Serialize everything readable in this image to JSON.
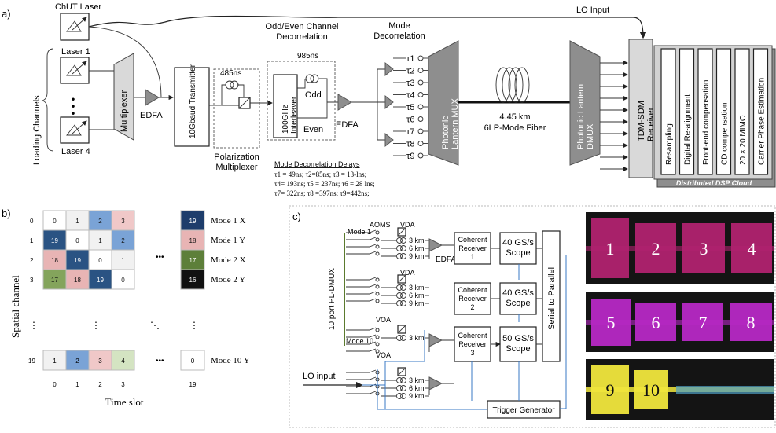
{
  "panel_labels": {
    "a": "a)",
    "b": "b)",
    "c": "c)"
  },
  "panel_a": {
    "chut_laser": "ChUT Laser",
    "lo_input": "LO Input",
    "loading_channels": "Loading Channels",
    "laser1": "Laser 1",
    "laser4": "Laser 4",
    "dots": "•••",
    "multiplexer": "Multiplexer",
    "edfa1": "EDFA",
    "transmitter": "10Gbaud Transmitter",
    "delay_485": "485ns",
    "pol_mux": "Polarization Multiplexer",
    "odd_even_title": "Odd/Even Channel Decorrelation",
    "delay_985": "985ns",
    "interleaver": "100GHz Interleaver",
    "odd": "Odd",
    "even": "Even",
    "edfa2": "EDFA",
    "mode_decorrelation": "Mode Decorrelation",
    "taus": [
      "τ1",
      "τ2",
      "τ3",
      "τ4",
      "τ5",
      "τ6",
      "τ7",
      "τ8",
      "τ9"
    ],
    "delays_title": "Mode Decorrelation Delays",
    "delay_rows": [
      "τ1 = 49ns;    τ2=85ns;    τ3 = 13-lns;",
      "τ4= 193ns;   τ5 = 237ns;   τ6 = 28 lns;",
      "τ7= 322ns;   τ8 =397ns;   τ9=442ns;"
    ],
    "photonic_mux": "Photonic Lantern MUX",
    "fiber_length": "4.45 km",
    "fiber_type": "6LP-Mode Fiber",
    "photonic_dmux": "Photonic Lantern DMUX",
    "tdm_receiver": "TDM-SDM Receiver",
    "dsp_blocks": [
      "Resampling",
      "Digital Re-alignment",
      "Front-end compensation",
      "CD compensation",
      "20 × 20 MIMO",
      "Carrier Phase Estimation"
    ],
    "dsp_cloud": "Distributed DSP Cloud"
  },
  "panel_b": {
    "row_headers": [
      "0",
      "1",
      "2",
      "3"
    ],
    "rows": [
      [
        "0",
        "1",
        "2",
        "3"
      ],
      [
        "19",
        "0",
        "1",
        "2"
      ],
      [
        "18",
        "19",
        "0",
        "1"
      ],
      [
        "17",
        "18",
        "19",
        "0"
      ]
    ],
    "row_colors": [
      [
        "#ffffff",
        "#f1f1f1",
        "#7aa3d6",
        "#f0c8c8"
      ],
      [
        "#2a5383",
        "#ffffff",
        "#f1f1f1",
        "#7aa3d6"
      ],
      [
        "#e8b4b4",
        "#2a5383",
        "#ffffff",
        "#f1f1f1"
      ],
      [
        "#84a45c",
        "#e8b4b4",
        "#2a5383",
        "#ffffff"
      ]
    ],
    "last_row_header": "19",
    "last_row": [
      "1",
      "2",
      "3",
      "4"
    ],
    "last_row_colors": [
      "#f1f1f1",
      "#7aa3d6",
      "#f0c8c8",
      "#d4e4c2"
    ],
    "col_headers": [
      "0",
      "1",
      "2",
      "3"
    ],
    "ellipsis_h": "•••",
    "ellipsis_v": "⋮",
    "ellipsis_d": "⋱",
    "right_cells": [
      "19",
      "18",
      "17",
      "16"
    ],
    "right_colors": [
      "#1e3d6b",
      "#e8b4b4",
      "#5d7f3a",
      "#111111"
    ],
    "right_text_colors": [
      "#ffffff",
      "#111111",
      "#ffffff",
      "#ffffff"
    ],
    "modes": [
      "Mode 1 X",
      "Mode 1 Y",
      "Mode 2 X",
      "Mode 2 Y"
    ],
    "last_right_cell": "0",
    "last_mode": "Mode 10 Y",
    "last_col_header": "19",
    "y_axis": "Spatial channel",
    "x_axis": "Time slot"
  },
  "panel_c": {
    "pl_dmux": "10 port PL-DMUX",
    "mode1": "Mode 1",
    "mode10": "Mode 10",
    "aoms": "AOMS",
    "vda": "VDA",
    "vda2": "VDA",
    "voa3": "VOA",
    "voa4": "VOA",
    "km3": "3 km",
    "km6": "6 km",
    "km9": "9 km",
    "edfa": "EDFA",
    "rx1": "Coherent Receiver 1",
    "rx2": "Coherent Receiver 2",
    "rx3": "Coherent Receiver 3",
    "scope1": "40 GS/s Scope",
    "scope2": "40 GS/s Scope",
    "scope3": "50 GS/s Scope",
    "serial": "Serial to Parallel",
    "lo_input": "LO input",
    "trigger": "Trigger Generator",
    "trace_labels": [
      "1",
      "2",
      "3",
      "4",
      "5",
      "6",
      "7",
      "8",
      "9",
      "10"
    ],
    "trace_colors": {
      "magenta": "#b0226f",
      "purple": "#b628c4",
      "yellow": "#f0e63c",
      "background": "#141414"
    }
  }
}
